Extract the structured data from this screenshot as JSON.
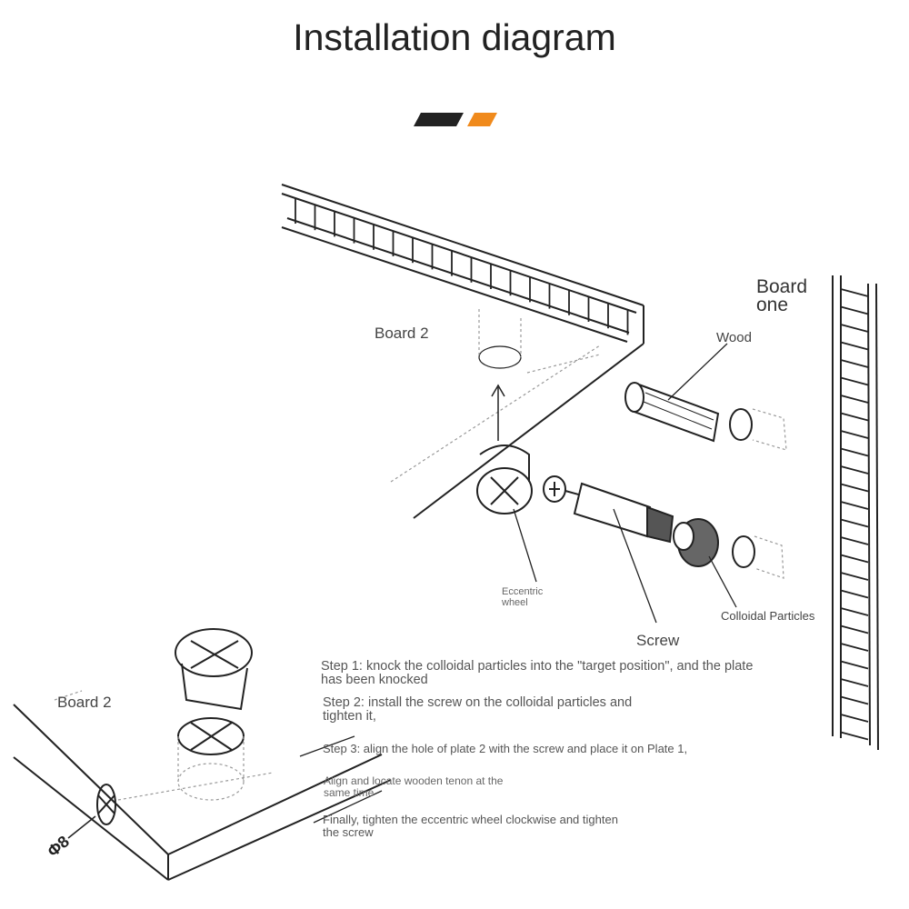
{
  "title": "Installation diagram",
  "labels": {
    "board2_top": "Board 2",
    "board_one": "Board\none",
    "wood": "Wood",
    "eccentric_wheel": "Eccentric\nwheel",
    "screw": "Screw",
    "colloidal_particles": "Colloidal Particles",
    "board2_bottom": "Board 2",
    "diameter": "Φ8"
  },
  "steps": [
    "Step 1: knock the colloidal particles into the \"target position\", and the plate\nhas been knocked",
    "Step 2: install the screw on the colloidal particles and\ntighten it,",
    "Step 3: align the hole of plate 2 with the screw and place it on Plate 1,",
    "Align and locate wooden tenon at the\nsame time",
    "Finally, tighten the eccentric wheel clockwise and tighten\nthe screw"
  ],
  "colors": {
    "accent_dark": "#222222",
    "accent_orange": "#f08a1c"
  }
}
